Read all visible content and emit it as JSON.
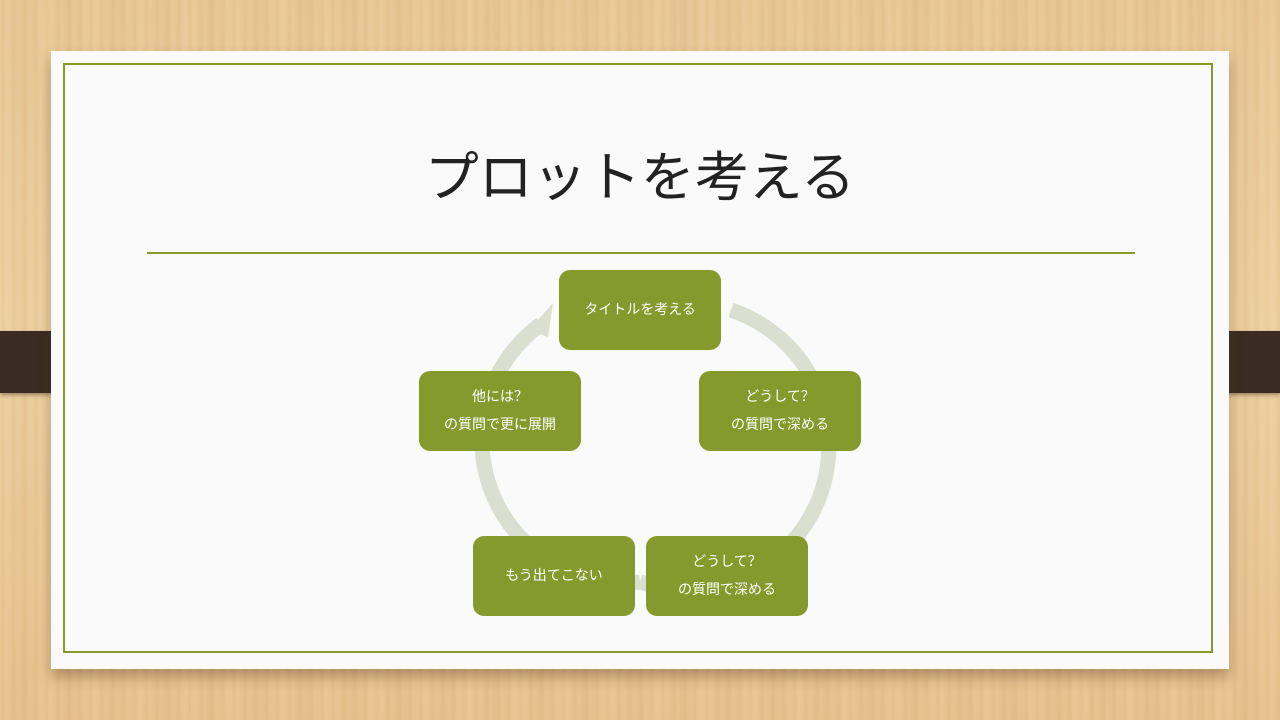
{
  "slide": {
    "title": "プロットを考える"
  },
  "cycle": {
    "nodes": [
      {
        "lines": [
          "タイトルを考える"
        ]
      },
      {
        "lines": [
          "どうして？",
          "の質問で深める"
        ]
      },
      {
        "lines": [
          "どうして？",
          "の質問で深める"
        ]
      },
      {
        "lines": [
          "もう出てこない"
        ]
      },
      {
        "lines": [
          "他には？",
          "の質問で更に展開"
        ]
      }
    ]
  },
  "colors": {
    "accent": "#86992c",
    "ring": "#dadfcf",
    "title_text": "#222222"
  }
}
